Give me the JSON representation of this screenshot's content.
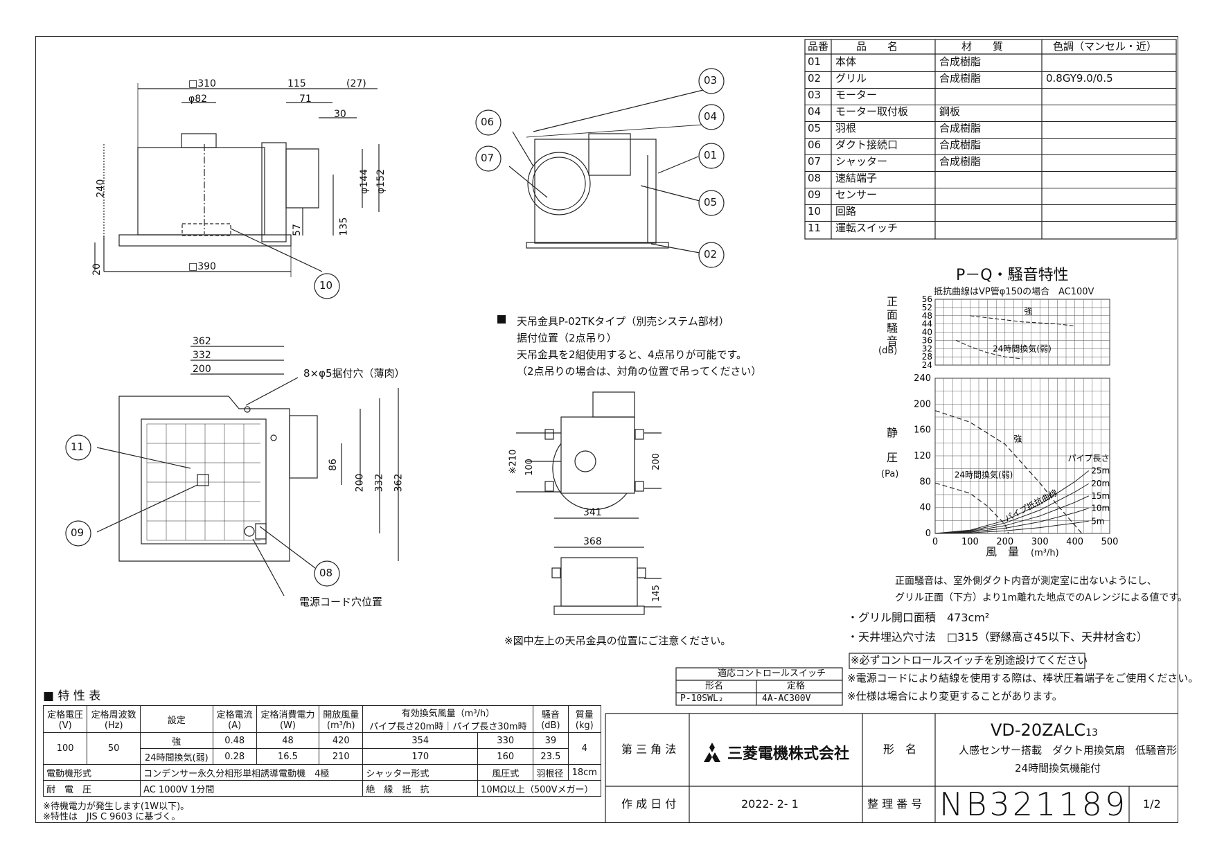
{
  "parts": {
    "headers": [
      "品番",
      "品　　名",
      "材　　質",
      "色調（マンセル・近）"
    ],
    "rows": [
      [
        "01",
        "本体",
        "合成樹脂",
        ""
      ],
      [
        "02",
        "グリル",
        "合成樹脂",
        "0.8GY9.0/0.5"
      ],
      [
        "03",
        "モーター",
        "",
        ""
      ],
      [
        "04",
        "モーター取付板",
        "鋼板",
        ""
      ],
      [
        "05",
        "羽根",
        "合成樹脂",
        ""
      ],
      [
        "06",
        "ダクト接続口",
        "合成樹脂",
        ""
      ],
      [
        "07",
        "シャッター",
        "合成樹脂",
        ""
      ],
      [
        "08",
        "速結端子",
        "",
        ""
      ],
      [
        "09",
        "センサー",
        "",
        ""
      ],
      [
        "10",
        "回路",
        "",
        ""
      ],
      [
        "11",
        "運転スイッチ",
        "",
        ""
      ]
    ]
  },
  "side_view": {
    "dims": [
      "□310",
      "115",
      "(27)",
      "φ82",
      "71",
      "30",
      "240",
      "φ144",
      "φ152",
      "57",
      "135",
      "20",
      "□390"
    ],
    "callout": "10"
  },
  "front_view": {
    "callouts": [
      "03",
      "04",
      "06",
      "07",
      "01",
      "05",
      "02"
    ]
  },
  "top_view": {
    "dims": [
      "362",
      "332",
      "200",
      "86",
      "200",
      "332",
      "362"
    ],
    "hole_label": "8×φ5据付穴（薄肉）",
    "callouts": [
      "11",
      "09",
      "08"
    ],
    "cord_label": "電源コード穴位置"
  },
  "hanger_note": {
    "lines": [
      "天吊金具P-02TKタイプ（別売システム部材）",
      "据付位置（2点吊り）",
      "天吊金具を2組使用すると、4点吊りが可能です。",
      "（2点吊りの場合は、対角の位置で吊ってください）"
    ],
    "dims": [
      "※210",
      "100",
      "200",
      "341",
      "368",
      "145"
    ],
    "footnote": "※図中左上の天吊金具の位置にご注意ください。"
  },
  "pq_chart": {
    "title": "P－Q・騒音特性",
    "subtitle": "抵抗曲線はVP管φ150の場合",
    "voltage": "AC100V",
    "noise_ylabel": [
      "正",
      "面",
      "騒",
      "音"
    ],
    "noise_unit": "(dB)",
    "noise_ticks": [
      "56",
      "52",
      "48",
      "44",
      "40",
      "36",
      "32",
      "28",
      "24"
    ],
    "pressure_ylabel": [
      "静",
      "圧"
    ],
    "pressure_unit": "(Pa)",
    "pressure_ticks": [
      "240",
      "200",
      "160",
      "120",
      "80",
      "40",
      "0"
    ],
    "x_ticks": [
      "0",
      "100",
      "200",
      "300",
      "400",
      "500"
    ],
    "xlabel": "風　量",
    "xunit": "(m³/h)",
    "label_strong": "強",
    "label_24h": "24時間換気(弱)",
    "label_pipe_curve": "パイプ抵抗曲線",
    "label_pipe_len": "パイプ長さ",
    "pipe_lengths": [
      "25m",
      "20m",
      "15m",
      "10m",
      "5m"
    ]
  },
  "chart_data": {
    "type": "line",
    "title": "P－Q・騒音特性",
    "noise": {
      "ylabel": "正面騒音",
      "unit": "dB",
      "ylim": [
        24,
        56
      ],
      "xlim": [
        0,
        500
      ],
      "series": [
        {
          "name": "強",
          "x": [
            100,
            150,
            200,
            250,
            300,
            350,
            400
          ],
          "y": [
            48,
            47,
            46,
            45,
            44.5,
            44,
            43
          ]
        },
        {
          "name": "24時間換気(弱)",
          "x": [
            60,
            100,
            150,
            200,
            250
          ],
          "y": [
            36,
            33,
            30,
            28,
            27
          ]
        }
      ]
    },
    "pq": {
      "xlabel": "風量",
      "xunit": "m³/h",
      "ylabel": "静圧",
      "yunit": "Pa",
      "xlim": [
        0,
        500
      ],
      "ylim": [
        0,
        240
      ],
      "grid": true,
      "series": [
        {
          "name": "強",
          "x": [
            0,
            100,
            200,
            300,
            350,
            420
          ],
          "y": [
            190,
            172,
            138,
            78,
            44,
            0
          ]
        },
        {
          "name": "24時間換気(弱)",
          "x": [
            0,
            100,
            150,
            200,
            210
          ],
          "y": [
            78,
            62,
            42,
            14,
            0
          ]
        }
      ],
      "pipe_resistance": [
        {
          "name": "25m",
          "x": [
            0,
            100,
            200,
            300,
            400,
            440
          ],
          "y": [
            0,
            5,
            20,
            45,
            80,
            97
          ]
        },
        {
          "name": "20m",
          "x": [
            0,
            100,
            200,
            300,
            400,
            440
          ],
          "y": [
            0,
            4,
            16,
            36,
            64,
            77
          ]
        },
        {
          "name": "15m",
          "x": [
            0,
            100,
            200,
            300,
            400,
            440
          ],
          "y": [
            0,
            3,
            12,
            27,
            48,
            58
          ]
        },
        {
          "name": "10m",
          "x": [
            0,
            100,
            200,
            300,
            400,
            440
          ],
          "y": [
            0,
            2,
            8,
            18,
            32,
            39
          ]
        },
        {
          "name": "5m",
          "x": [
            0,
            100,
            200,
            300,
            400,
            440
          ],
          "y": [
            0,
            1,
            4,
            9,
            16,
            19
          ]
        }
      ]
    }
  },
  "notes": {
    "noise_1": "正面騒音は、室外側ダクト内音が測定室に出ないようにし、",
    "noise_2": "グリル正面（下方）より1m離れた地点でのAレンジによる値です。",
    "grille": "・グリル開口面積　473cm²",
    "ceiling": "・天井埋込穴寸法　□315（野縁高さ45以下、天井材含む）",
    "switch_note": "※必ずコントロールスイッチを別途設けてください",
    "cord_note": "※電源コードにより結線を使用する際は、棒状圧着端子をご使用ください。",
    "spec_note": "※仕様は場合により変更することがあります。"
  },
  "control_switch": {
    "title": "適応コントロールスイッチ",
    "col1": "形名",
    "col2": "定格",
    "model": "P-10SWL₂",
    "rating": "4A-AC300V"
  },
  "spec_table": {
    "title": "■ 特 性 表",
    "h_voltage": "定格電圧",
    "h_voltage_u": "(V)",
    "h_freq": "定格周波数",
    "h_freq_u": "(Hz)",
    "h_setting": "設定",
    "h_current": "定格電流",
    "h_current_u": "(A)",
    "h_power": "定格消費電力",
    "h_power_u": "(W)",
    "h_open": "開放風量",
    "h_open_u": "(m³/h)",
    "h_eff": "有効換気風量（m³/h）",
    "h_eff20": "パイプ長さ20m時",
    "h_eff30": "パイプ長さ30m時",
    "h_noise": "騒音",
    "h_noise_u": "(dB)",
    "h_mass": "質量",
    "h_mass_u": "(kg)",
    "voltage": "100",
    "freq": "50",
    "mass": "4",
    "rows": [
      {
        "setting": "強",
        "current": "0.48",
        "power": "48",
        "open": "420",
        "eff20": "354",
        "eff30": "330",
        "noise": "39"
      },
      {
        "setting": "24時間換気(弱)",
        "current": "0.28",
        "power": "16.5",
        "open": "210",
        "eff20": "170",
        "eff30": "160",
        "noise": "23.5"
      }
    ],
    "motor_label": "電動機形式",
    "motor_value": "コンデンサー永久分相形単相誘導電動機　4極",
    "shutter_label": "シャッター形式",
    "shutter_value": "風圧式",
    "blade_label": "羽根径",
    "blade_value": "18cm",
    "withstand_label": "耐　電　圧",
    "withstand_value": "AC 1000V 1分間",
    "insulation_label": "絶　縁　抵　抗",
    "insulation_value": "10MΩ以上（500Vメガー）",
    "foot1": "※待機電力が発生します(1W以下)。",
    "foot2": "※特性は　JIS C 9603 に基づく。"
  },
  "title_block": {
    "projection": "第 三 角 法",
    "company": "三菱電機株式会社",
    "model_label": "形　名",
    "model": "VD-20ZALC",
    "model_sub": "13",
    "desc1": "人感センサー搭載　ダクト用換気扇　低騒音形",
    "desc2": "24時間換気機能付",
    "date_label": "作 成 日 付",
    "date": "2022- 2- 1",
    "docno_label": "整 理 番 号",
    "docno": "NB321189",
    "page": "1/2"
  }
}
